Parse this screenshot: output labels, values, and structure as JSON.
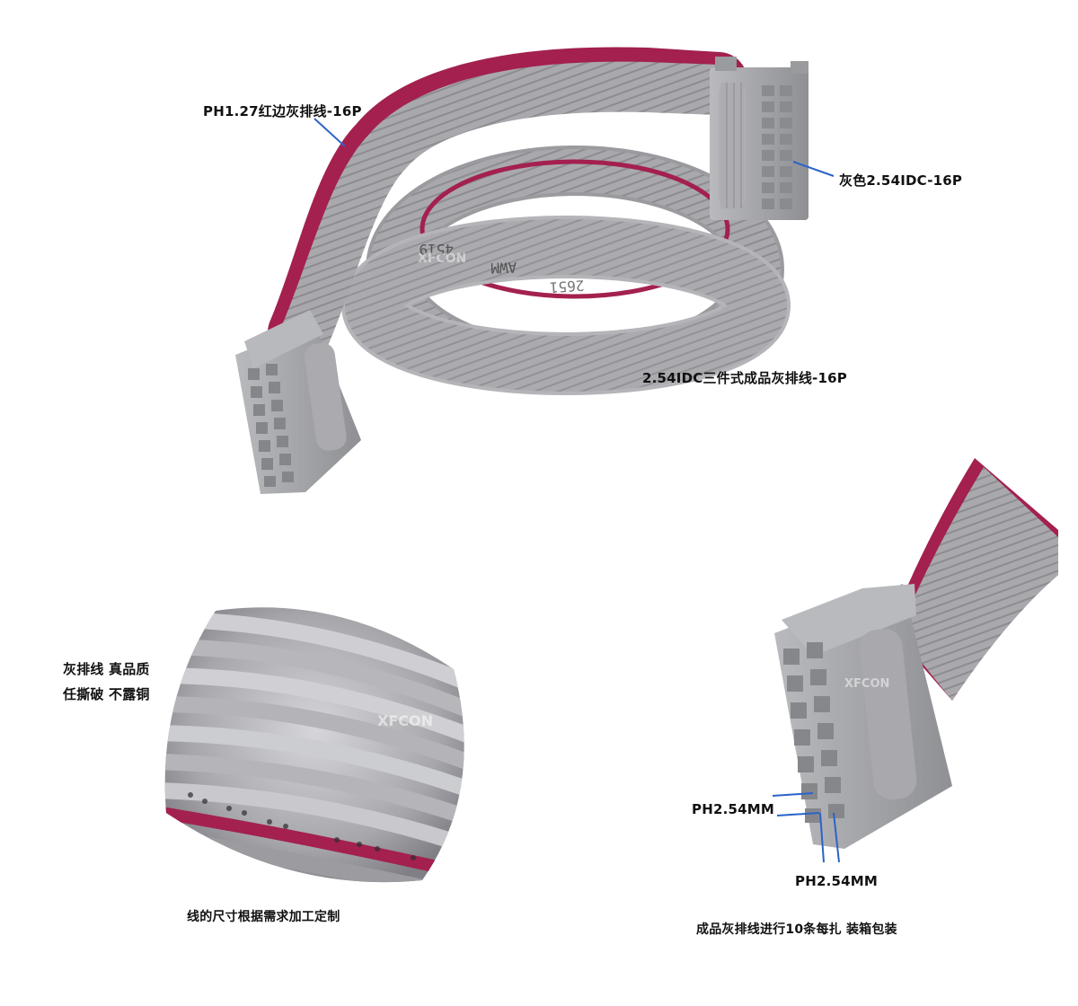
{
  "labels": {
    "red_edge_cable": "PH1.27红边灰排线-16P",
    "gray_idc": "灰色2.54IDC-16P",
    "finished_cable": "2.54IDC三件式成品灰排线-16P",
    "quality_line1": "灰排线 真品质",
    "quality_line2": "任撕破 不露铜",
    "custom_size": "线的尺寸根据需求加工定制",
    "pitch_h": "PH2.54MM",
    "pitch_v": "PH2.54MM",
    "packing": "成品灰排线进行10条每扎 装箱包装"
  },
  "watermark": "XFCON",
  "cable_print": [
    "2651",
    "AWM",
    "4519"
  ],
  "colors": {
    "cable_gray": "#a9a9ad",
    "cable_stripe": "#8e8e93",
    "red_edge": "#a3204f",
    "connector_gray": "#a7a8ac",
    "pointer_blue": "#2b63c8"
  }
}
